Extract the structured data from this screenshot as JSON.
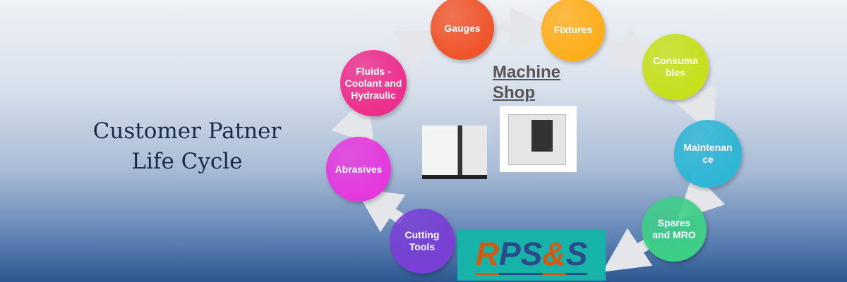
{
  "title": {
    "line1": "Customer Patner",
    "line2": "Life Cycle"
  },
  "center_label": "Machine\nShop",
  "cycle": [
    {
      "label": "Gauges",
      "color": "#f0542a"
    },
    {
      "label": "Fixtures",
      "color": "#ffae1a"
    },
    {
      "label": "Consuma\nbles",
      "color": "#c6e01a"
    },
    {
      "label": "Maintenan\nce",
      "color": "#2eb6d6"
    },
    {
      "label": "Spares\nand MRO",
      "color": "#3dcf86"
    },
    {
      "label": "Cutting\nTools",
      "color": "#7a3fd6"
    },
    {
      "label": "Abrasives",
      "color": "#e638de"
    },
    {
      "label": "Fluids  -\nCoolant and\nHydraulic",
      "color": "#ee2e8c"
    }
  ],
  "logo": {
    "letters": [
      "R",
      "P",
      "S",
      "&",
      "S"
    ],
    "colors": [
      "#d45a12",
      "#2a4a8a",
      "#2a4a8a",
      "#d45a12",
      "#2a4a8a"
    ],
    "background": "#17b2a8"
  }
}
